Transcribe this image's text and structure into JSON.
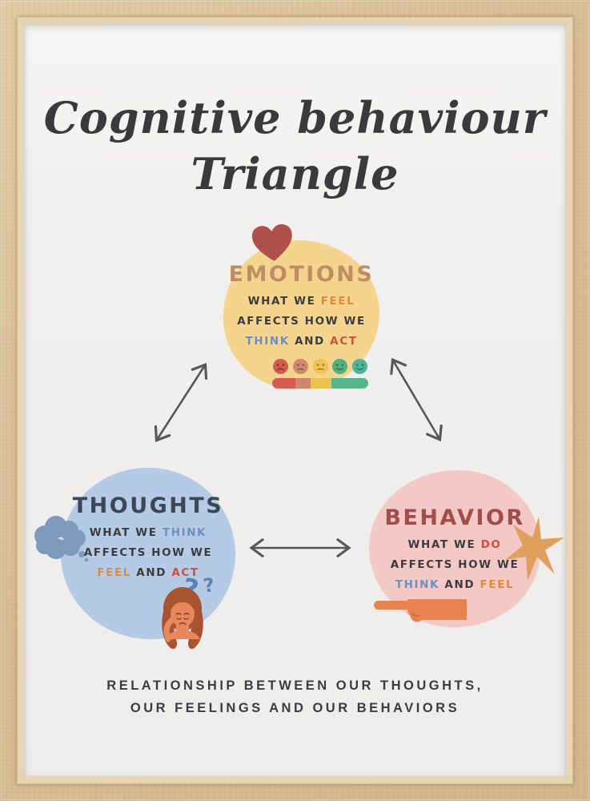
{
  "frame": {
    "wood_color": "#d9bf98",
    "lip_color": "#e7d5b2"
  },
  "poster": {
    "background": "#f1f0ee",
    "title": {
      "line1": "Cognitive behaviour",
      "line2": "Triangle",
      "color": "#3a3a3c"
    },
    "caption": {
      "line1": "RELATIONSHIP BETWEEN OUR THOUGHTS,",
      "line2": "OUR FEELINGS AND OUR BEHAVIORS",
      "color": "#3b3b42"
    }
  },
  "text_colors": {
    "dark": "#3b3b40",
    "blue": "#6e8fc0",
    "orange": "#e08a3c",
    "red": "#d0503c"
  },
  "arrows": {
    "color": "#57575a"
  },
  "nodes": {
    "emotions": {
      "circle_color": "#f5d58e",
      "title": "EMOTIONS",
      "title_color": "#bd8e66",
      "line1_prefix": "WHAT WE ",
      "line1_feel": "FEEL",
      "line2": "AFFECTS HOW WE",
      "line3_think": "THINK",
      "line3_and": " AND ",
      "line3_act": "ACT",
      "icons": {
        "heart_color": "#b0504a"
      },
      "mood_scale": {
        "face_colors": [
          "#d35c4f",
          "#cc8a6b",
          "#efc24f",
          "#55ae7f",
          "#4fb39a"
        ],
        "bar_colors": [
          "#d35c4f",
          "#cc8a6b",
          "#efc24f",
          "#55b48c"
        ]
      }
    },
    "thoughts": {
      "circle_color": "#b5cbe5",
      "title": "THOUGHTS",
      "title_color": "#3d4655",
      "line1_prefix": "WHAT WE ",
      "line1_think": "THINK",
      "line2": "AFFECTS HOW WE",
      "line3_feel": "FEEL",
      "line3_and": " AND ",
      "line3_act": "ACT",
      "qmark1": "?",
      "qmark2": "?",
      "icons": {
        "cloud_color": "#7e9bbe",
        "question_color": "#5b82b8",
        "hair_color": "#a8552f",
        "skin_color": "#e8875b"
      }
    },
    "behavior": {
      "circle_color": "#f4c9c5",
      "title": "BEHAVIOR",
      "title_color": "#a34c4c",
      "line1_prefix": "WHAT WE ",
      "line1_do": "DO",
      "line2": "AFFECTS HOW WE",
      "line3_think": "THINK",
      "line3_and": " AND ",
      "line3_feel": "FEEL",
      "icons": {
        "sparkle_color": "#dfa05e",
        "hand_color": "#e8834f"
      }
    }
  }
}
